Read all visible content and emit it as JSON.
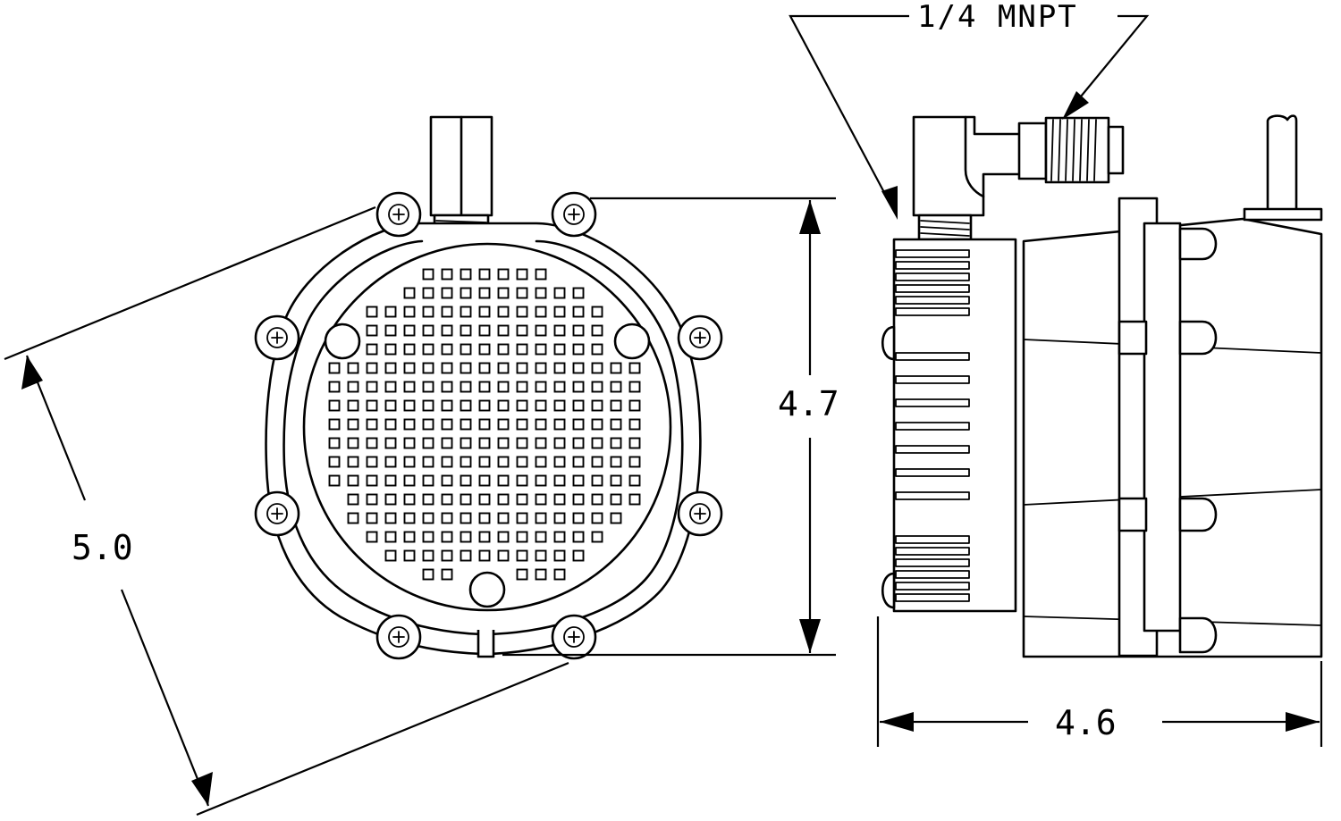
{
  "dimensions": {
    "diagonal": "5.0",
    "height": "4.7",
    "width": "4.6"
  },
  "callouts": {
    "thread": "1/4 MNPT"
  },
  "colors": {
    "line": "#000000",
    "background": "#ffffff"
  }
}
